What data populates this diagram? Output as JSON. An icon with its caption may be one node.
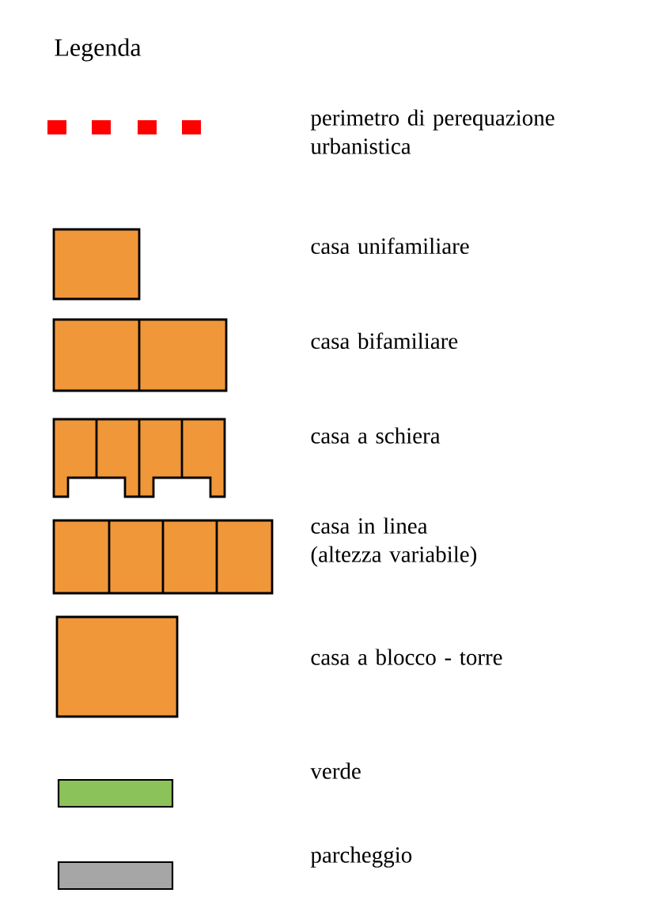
{
  "diagram": {
    "title": "Legenda",
    "legend": [
      {
        "text": "perimetro di perequazione urbanistica"
      },
      {
        "text": "casa unifamiliare",
        "color": "#f0973a"
      },
      {
        "text": "casa bifamiliare",
        "color": "#f0973a"
      },
      {
        "text": "casa a schiera",
        "color": "#f0973a"
      },
      {
        "text": "casa in linea (altezza variabile)",
        "color": "#f0973a"
      },
      {
        "text": "casa a blocco - torre",
        "color": "#f0973a"
      },
      {
        "text": "verde",
        "color": "#8bc25a"
      },
      {
        "text": "parcheggio",
        "color": "#a6a6a6"
      }
    ]
  }
}
